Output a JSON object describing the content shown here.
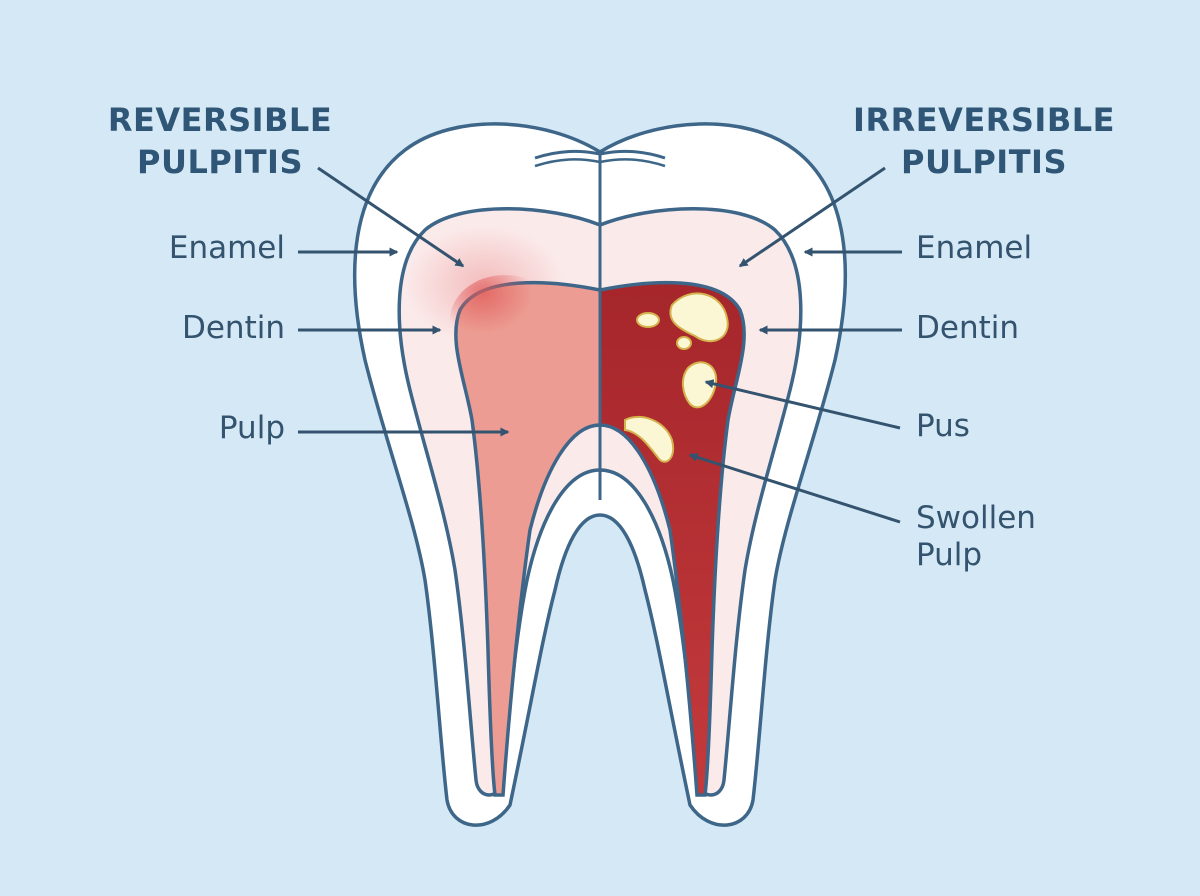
{
  "titles": {
    "left": {
      "line1": "REVERSIBLE",
      "line2": "PULPITIS"
    },
    "right": {
      "line1": "IRREVERSIBLE",
      "line2": "PULPITIS"
    }
  },
  "labels": {
    "left": {
      "enamel": "Enamel",
      "dentin": "Dentin",
      "pulp": "Pulp"
    },
    "right": {
      "enamel": "Enamel",
      "dentin": "Dentin",
      "pus": "Pus",
      "swollen_line1": "Swollen",
      "swollen_line2": "Pulp"
    }
  },
  "colors": {
    "background": "#d5e8f5",
    "outline": "#3d6689",
    "enamel": "#ffffff",
    "dentin": "#fbeaea",
    "pulp_reversible": "#ec9c92",
    "pulp_irreversible": "#b82f33",
    "pus": "#fbf6d4"
  }
}
